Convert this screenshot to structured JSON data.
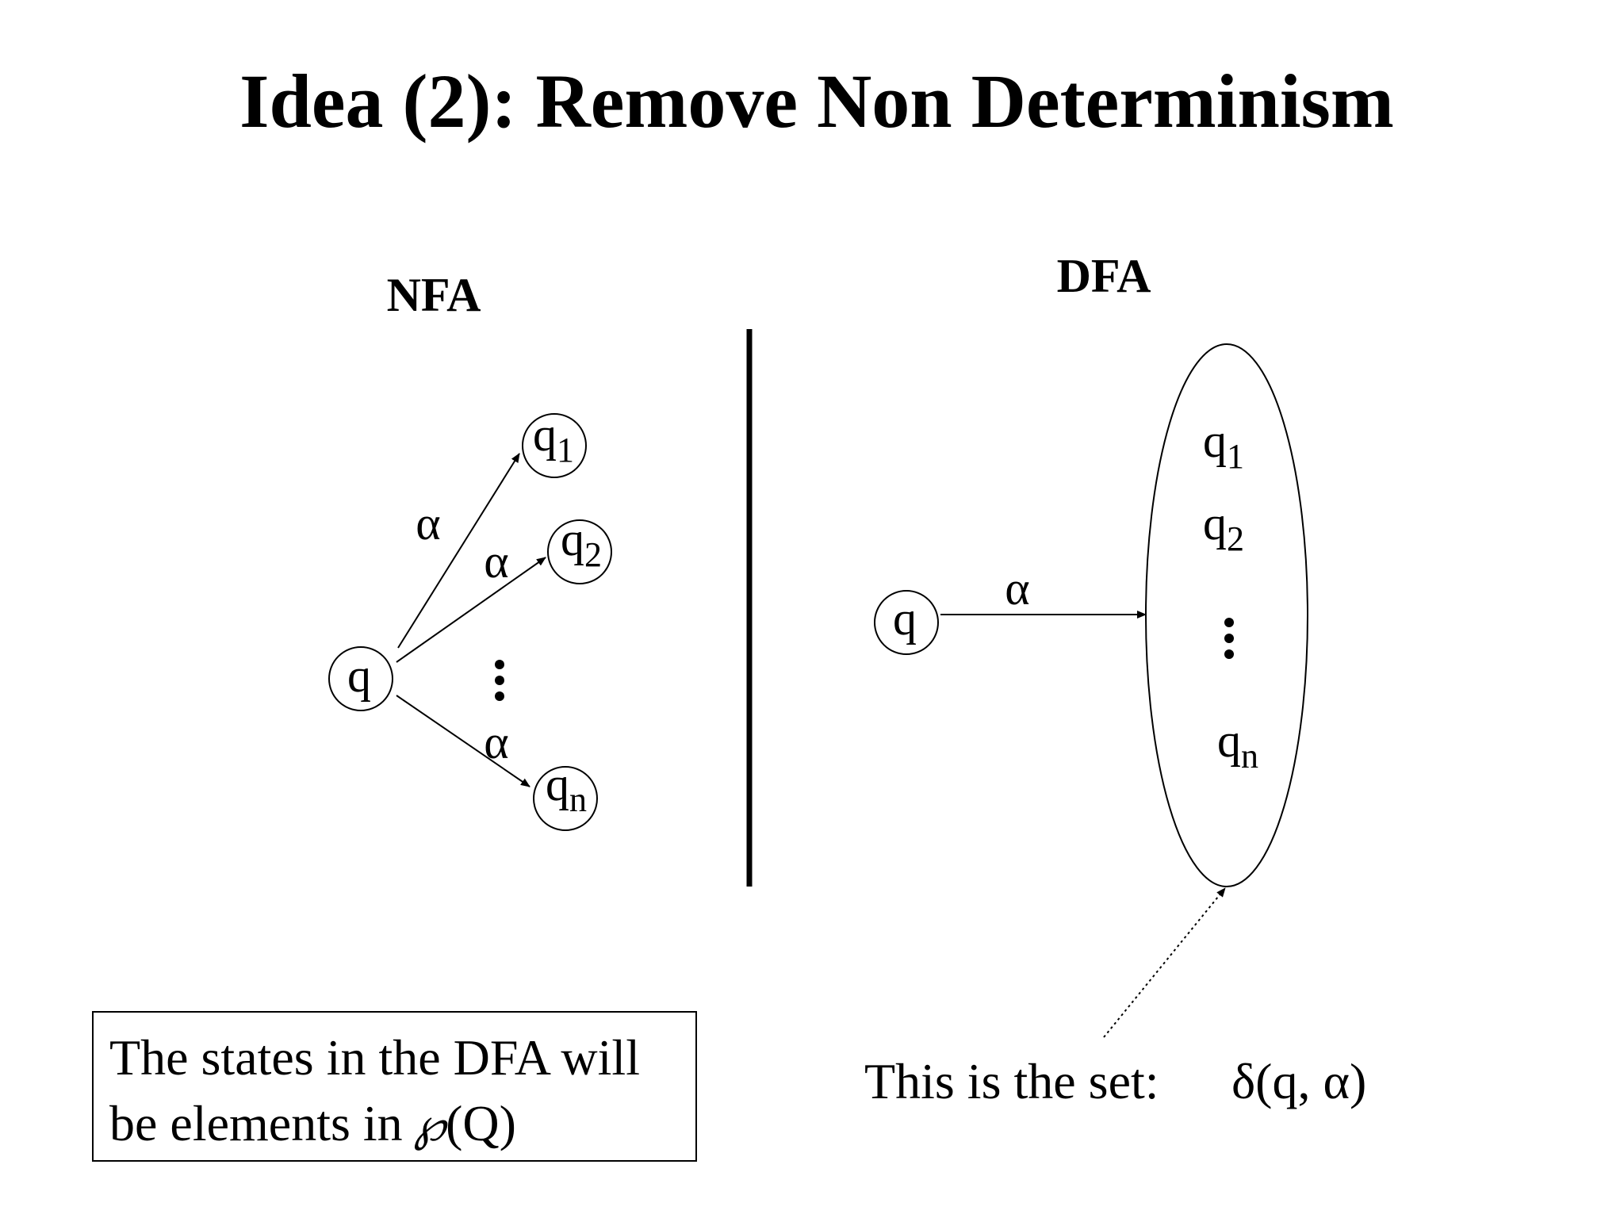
{
  "title": "Idea (2): Remove Non Determinism",
  "nfa": {
    "heading": "NFA",
    "source_state": "q",
    "target_states": [
      {
        "base": "q",
        "sub": "1"
      },
      {
        "base": "q",
        "sub": "2"
      },
      {
        "base": "q",
        "sub": "n"
      }
    ],
    "edge_labels": [
      "α",
      "α",
      "α"
    ]
  },
  "dfa": {
    "heading": "DFA",
    "source_state": "q",
    "edge_label": "α",
    "set_items": [
      {
        "base": "q",
        "sub": "1"
      },
      {
        "base": "q",
        "sub": "2"
      },
      {
        "base": "q",
        "sub": "n"
      }
    ]
  },
  "note_box": {
    "line1": "The states in the DFA will",
    "line2_prefix": "be elements in",
    "line2_symbol": "℘",
    "line2_suffix": "(Q)"
  },
  "set_caption": {
    "prefix": "This is the set:",
    "expression": "δ(q, α)"
  }
}
